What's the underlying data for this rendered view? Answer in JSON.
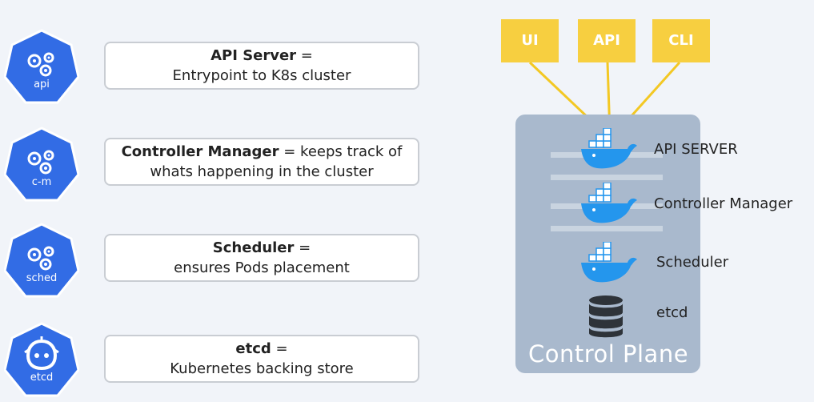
{
  "left_items": [
    {
      "hex_label": "api",
      "icon": "gear-cluster-icon",
      "title": "API Server",
      "sep": " =",
      "line1_rest": "",
      "line2": "Entrypoint to K8s cluster"
    },
    {
      "hex_label": "c-m",
      "icon": "gear-cluster-icon",
      "title": "Controller Manager",
      "sep": "",
      "line1_rest": " = keeps track of",
      "line2": "whats happening in the cluster"
    },
    {
      "hex_label": "sched",
      "icon": "gear-cluster-icon",
      "title": "Scheduler",
      "sep": " =",
      "line1_rest": "",
      "line2": "ensures Pods placement"
    },
    {
      "hex_label": "etcd",
      "icon": "etcd-icon",
      "title": "etcd",
      "sep": " =",
      "line1_rest": "",
      "line2": "Kubernetes backing store"
    }
  ],
  "clients": [
    "UI",
    "API",
    "CLI"
  ],
  "control_plane": {
    "title": "Control Plane",
    "components": [
      {
        "label": "API SERVER",
        "icon": "docker-whale-icon"
      },
      {
        "label": "Controller Manager",
        "icon": "docker-whale-icon"
      },
      {
        "label": "Scheduler",
        "icon": "docker-whale-icon"
      },
      {
        "label": "etcd",
        "icon": "database-icon"
      }
    ]
  },
  "colors": {
    "k8s_blue": "#326ce5",
    "client_yellow": "#f7cf40",
    "panel": "#a9b9cd",
    "docker_blue": "#2496ed",
    "db_dark": "#2e3339"
  }
}
